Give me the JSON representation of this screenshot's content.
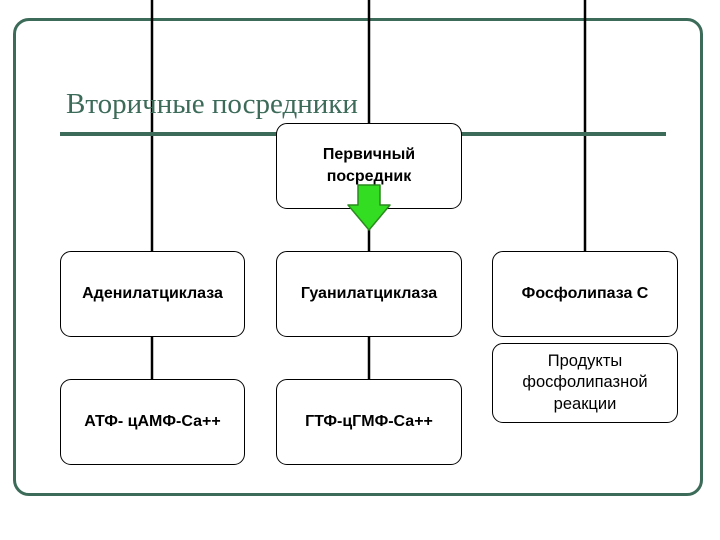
{
  "title": "Вторичные посредники",
  "colors": {
    "frame": "#3d6b5a",
    "title": "#3d6b5a",
    "arrow_fill": "#33dd22",
    "arrow_stroke": "#2b8a1f",
    "box_border": "#000000",
    "lines": "#000000"
  },
  "nodes": {
    "primary": {
      "label": "Первичный\nпосредник"
    },
    "adenylate": {
      "label": "Аденилатциклаза"
    },
    "guanylate": {
      "label": "Гуанилатциклаза"
    },
    "phospholipase": {
      "label": "Фосфолипаза С"
    },
    "atp": {
      "label": "АТФ- цАМФ-Са++"
    },
    "gtp": {
      "label": "ГТФ-цГМФ-Са++"
    },
    "products": {
      "label": "Продукты\nфосфолипазной\nреакции"
    }
  },
  "arrow_icon": "green-down-arrow-icon"
}
